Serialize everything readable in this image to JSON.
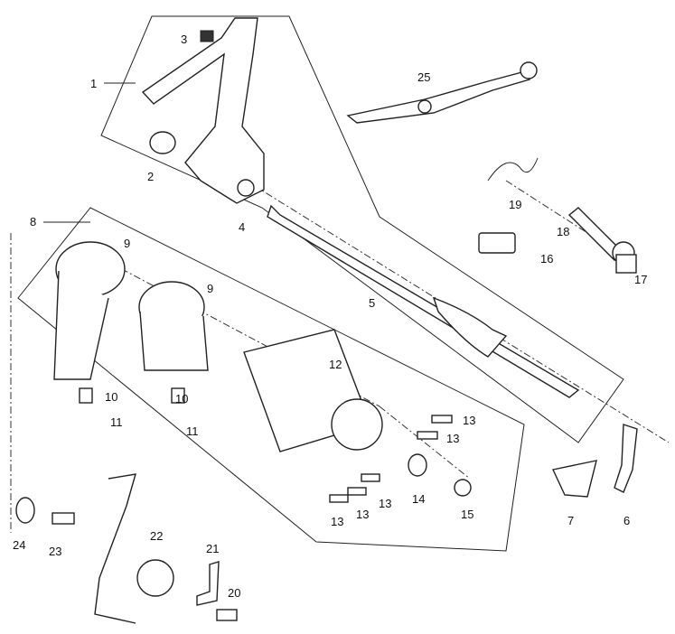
{
  "diagram": {
    "callouts": [
      "1",
      "2",
      "3",
      "4",
      "5",
      "6",
      "7",
      "8",
      "9",
      "9",
      "10",
      "10",
      "11",
      "11",
      "12",
      "13",
      "13",
      "13",
      "13",
      "13",
      "14",
      "15",
      "16",
      "17",
      "18",
      "19",
      "20",
      "21",
      "22",
      "23",
      "24",
      "25"
    ]
  }
}
